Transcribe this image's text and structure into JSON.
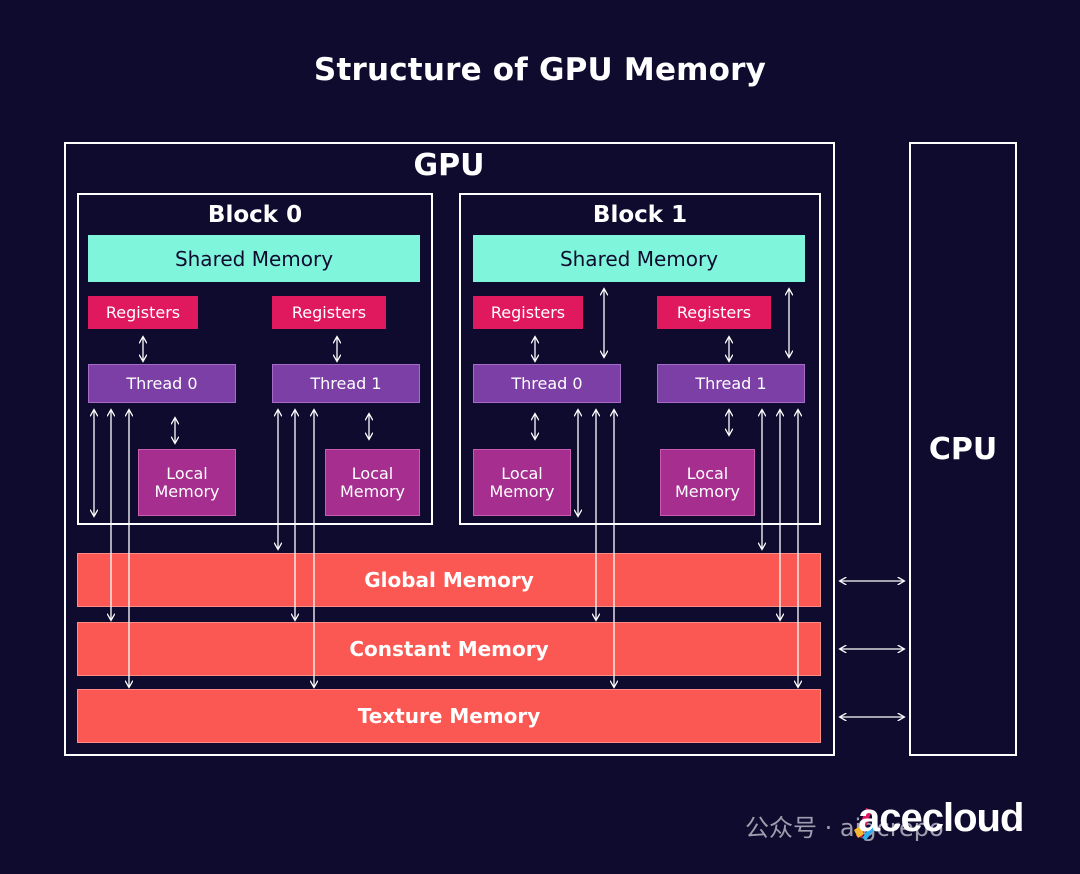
{
  "title": "Structure of GPU Memory",
  "gpu": {
    "label": "GPU",
    "blocks": [
      {
        "label": "Block 0",
        "shared_memory": "Shared Memory",
        "threads": [
          {
            "registers": "Registers",
            "thread": "Thread 0",
            "local_line1": "Local",
            "local_line2": "Memory"
          },
          {
            "registers": "Registers",
            "thread": "Thread 1",
            "local_line1": "Local",
            "local_line2": "Memory"
          }
        ]
      },
      {
        "label": "Block 1",
        "shared_memory": "Shared Memory",
        "threads": [
          {
            "registers": "Registers",
            "thread": "Thread 0",
            "local_line1": "Local",
            "local_line2": "Memory"
          },
          {
            "registers": "Registers",
            "thread": "Thread 1",
            "local_line1": "Local",
            "local_line2": "Memory"
          }
        ]
      }
    ],
    "global_memory": "Global Memory",
    "constant_memory": "Constant Memory",
    "texture_memory": "Texture Memory"
  },
  "cpu": {
    "label": "CPU"
  },
  "watermark": {
    "text": "公众号 · aigcrepo",
    "logo_text": "acecloud"
  },
  "colors": {
    "background": "#0f0b2e",
    "shared_memory": "#7ff5dc",
    "registers": "#e0195e",
    "thread": "#7b3fa5",
    "local_memory": "#a52e8f",
    "device_memory": "#fb5753"
  }
}
